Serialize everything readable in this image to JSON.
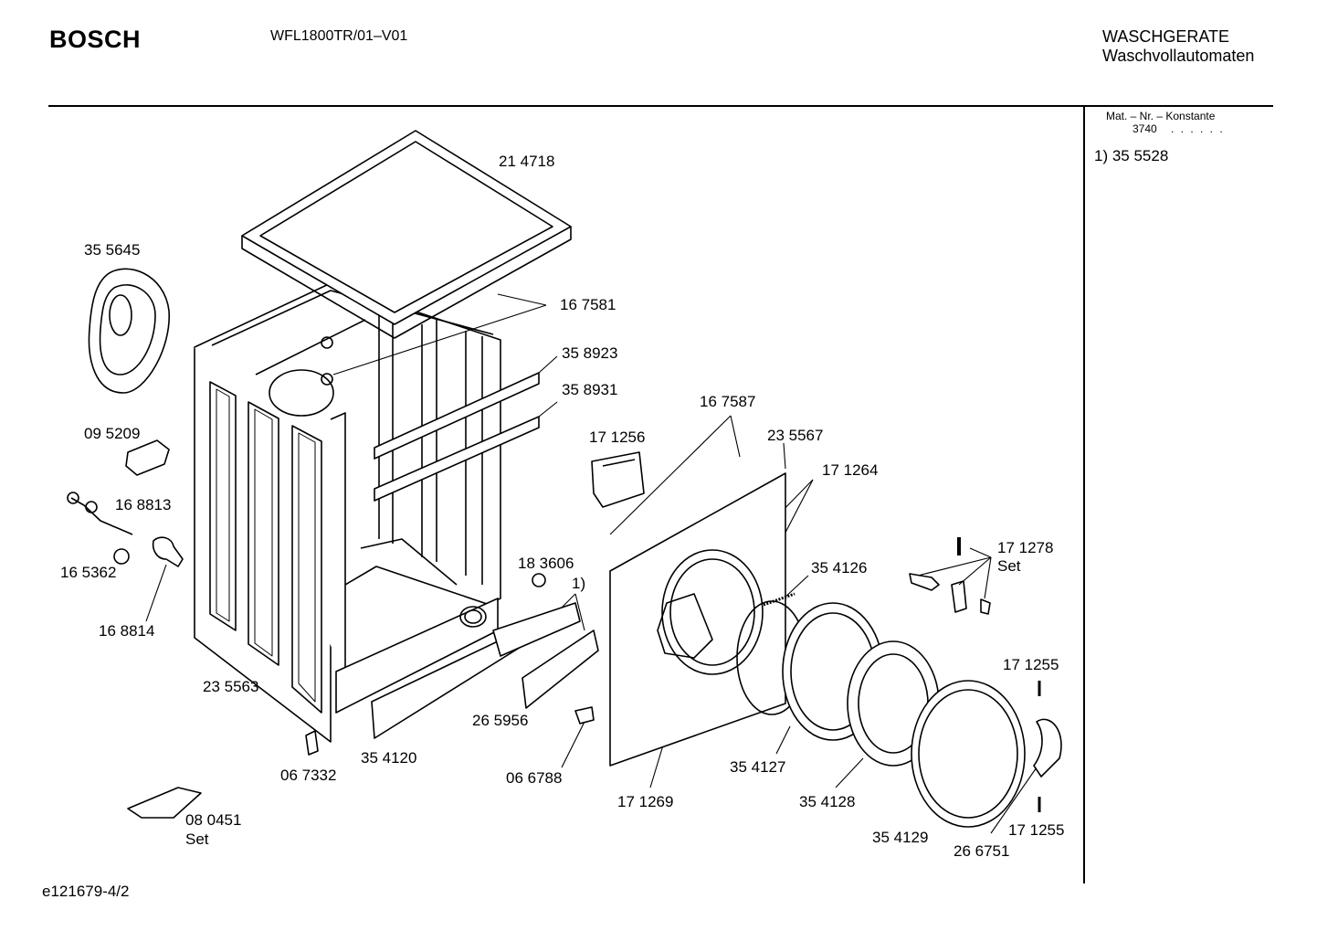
{
  "header": {
    "brand": "BOSCH",
    "model": "WFL1800TR/01–V01",
    "category_line1": "WASCHGERATE",
    "category_line2": "Waschvollautomaten"
  },
  "sidebar": {
    "mat_label": "Mat. – Nr. – Konstante",
    "mat_value": "3740",
    "mat_dots": ". .   . . . .",
    "note": "1)  35 5528"
  },
  "footer": {
    "code": "e121679-4/2"
  },
  "parts": {
    "p214718": "21 4718",
    "p355645": "35 5645",
    "p167581": "16 7581",
    "p358923": "35 8923",
    "p358931": "35 8931",
    "p095209": "09 5209",
    "p168813": "16 8813",
    "p165362": "16 5362",
    "p168814": "16 8814",
    "p235563": "23 5563",
    "p183606": "18 3606",
    "p1ref": "1)",
    "p167587": "16 7587",
    "p171256": "17 1256",
    "p235567": "23 5567",
    "p171264": "17 1264",
    "p354126": "35 4126",
    "p171278": "17 1278",
    "p171278set": "Set",
    "p171255a": "17 1255",
    "p265956": "26 5956",
    "p354120": "35 4120",
    "p067332": "06 7332",
    "p066788": "06 6788",
    "p171269": "17 1269",
    "p354127": "35 4127",
    "p354128": "35 4128",
    "p354129": "35 4129",
    "p266751": "26 6751",
    "p171255b": "17 1255",
    "p080451": "08 0451",
    "p080451set": "Set"
  }
}
